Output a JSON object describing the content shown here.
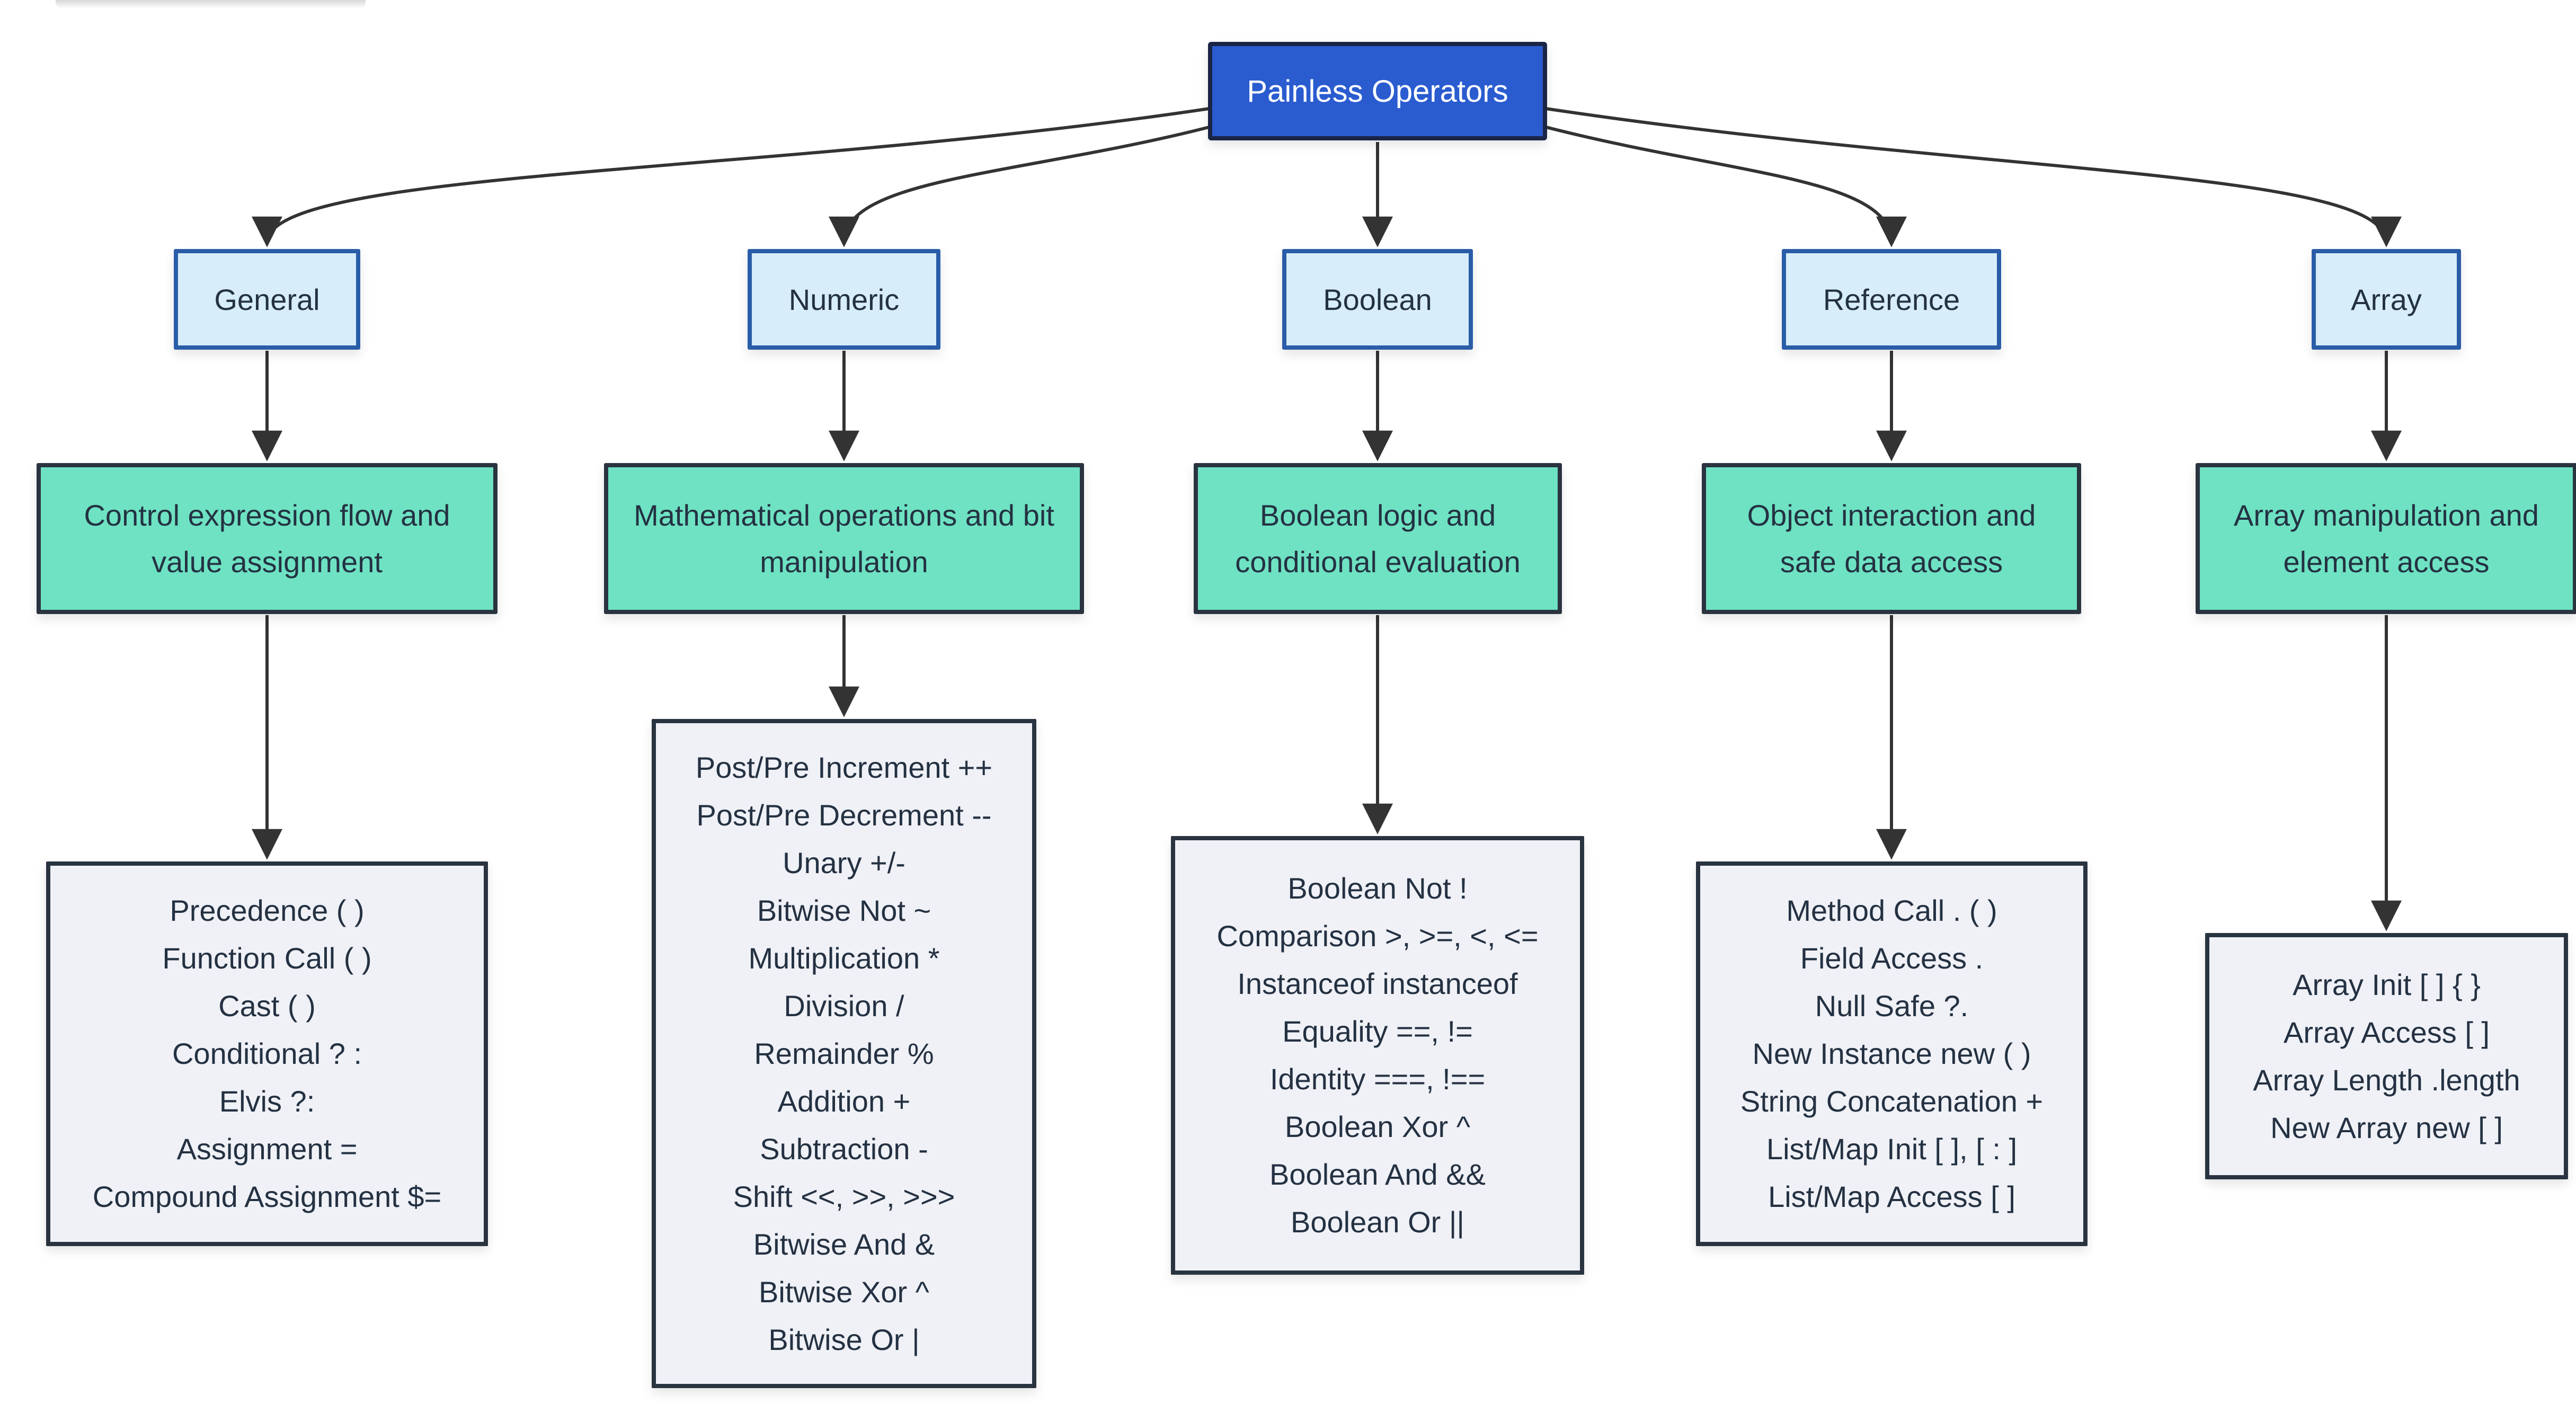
{
  "root": {
    "label": "Painless Operators"
  },
  "columns": [
    {
      "id": "general",
      "header": "General",
      "summary": "Control expression flow and value assignment",
      "items": [
        "Precedence ( )",
        "Function Call ( )",
        "Cast ( )",
        "Conditional ? :",
        "Elvis ?:",
        "Assignment =",
        "Compound Assignment $="
      ]
    },
    {
      "id": "numeric",
      "header": "Numeric",
      "summary": "Mathematical operations and bit manipulation",
      "items": [
        "Post/Pre Increment ++",
        "Post/Pre Decrement --",
        "Unary +/-",
        "Bitwise Not ~",
        "Multiplication *",
        "Division /",
        "Remainder %",
        "Addition +",
        "Subtraction -",
        "Shift <<, >>, >>>",
        "Bitwise And &",
        "Bitwise Xor ^",
        "Bitwise Or |"
      ]
    },
    {
      "id": "boolean",
      "header": "Boolean",
      "summary": "Boolean logic and conditional evaluation",
      "items": [
        "Boolean Not !",
        "Comparison >, >=, <, <=",
        "Instanceof instanceof",
        "Equality ==, !=",
        "Identity ===, !==",
        "Boolean Xor ^",
        "Boolean And &&",
        "Boolean Or ||"
      ]
    },
    {
      "id": "reference",
      "header": "Reference",
      "summary": "Object interaction and safe data access",
      "items": [
        "Method Call . ( )",
        "Field Access .",
        "Null Safe ?.",
        "New Instance new ( )",
        "String Concatenation +",
        "List/Map Init [ ], [ : ]",
        "List/Map Access [ ]"
      ]
    },
    {
      "id": "array",
      "header": "Array",
      "summary": "Array manipulation and element access",
      "items": [
        "Array Init [ ] { }",
        "Array Access [ ]",
        "Array Length .length",
        "New Array new [ ]"
      ]
    }
  ],
  "colors": {
    "title-fill": "#2A5CD0",
    "title-border": "#1A2545",
    "title-text": "#FFFFFF",
    "header-fill": "#D7EDFA",
    "header-border": "#2A5DA8",
    "summary-fill": "#6EE2C2",
    "dark-border": "#2A3340",
    "detail-fill": "#EFF1F6",
    "text-dark": "#243142",
    "edge-color": "#333333"
  }
}
